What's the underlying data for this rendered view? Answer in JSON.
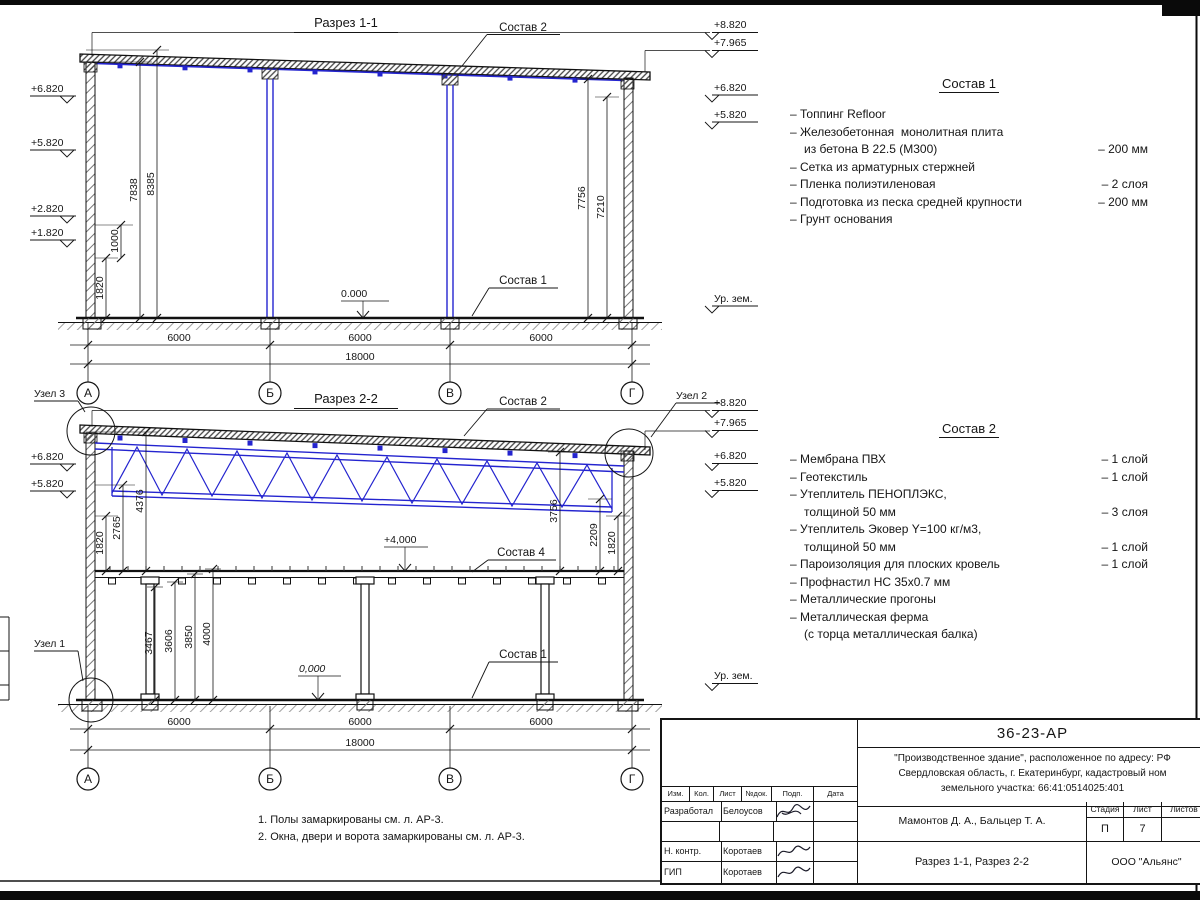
{
  "palette": {
    "structure_blue": "#2424cf",
    "line_black": "#151515",
    "hatch_grey": "#666666"
  },
  "s11": {
    "title": "Разрез 1-1",
    "label_sostav2": "Состав 2",
    "label_sostav1": "Состав 1",
    "zero_mark": "0.000",
    "ground": "Ур. зем.",
    "elev_right": {
      "e1": "+8.820",
      "e2": "+7.965",
      "e3": "+6.820",
      "e4": "+5.820"
    },
    "elev_left": {
      "l1": "+6.820",
      "l2": "+5.820",
      "l3": "+2.820",
      "l4": "+1.820"
    },
    "dims": {
      "v1": "1820",
      "v2": "1000",
      "v3": "7838",
      "v4": "8385",
      "v5": "7756",
      "v6": "7210",
      "b1": "6000",
      "b2": "6000",
      "b3": "6000",
      "total": "18000"
    },
    "axes": {
      "a1": "А",
      "a2": "Б",
      "a3": "В",
      "a4": "Г"
    }
  },
  "s22": {
    "title": "Разрез 2-2",
    "label_sostav2": "Состав 2",
    "label_sostav4": "Состав 4",
    "label_sostav1": "Состав 1",
    "level_mark": "+4,000",
    "zero_mark": "0,000",
    "ground": "Ур. зем.",
    "node1": "Узел 1",
    "node2": "Узел 2",
    "node3": "Узел 3",
    "elev_right": {
      "e1": "+8.820",
      "e2": "+7.965",
      "e3": "+6.820",
      "e4": "+5.820"
    },
    "elev_left": {
      "l1": "+6.820",
      "l2": "+5.820"
    },
    "dims": {
      "v1": "1820",
      "v2": "2765",
      "v3": "4376",
      "v4": "3756",
      "v5": "2209",
      "v6": "1820",
      "m1": "3467",
      "m2": "3606",
      "m3": "3850",
      "m4": "4000",
      "b1": "6000",
      "b2": "6000",
      "b3": "6000",
      "total": "18000"
    },
    "axes": {
      "a1": "А",
      "a2": "Б",
      "a3": "В",
      "a4": "Г"
    }
  },
  "comp1": {
    "title": "Состав 1",
    "items": [
      {
        "text": "– Топпинг Refloor",
        "qty": ""
      },
      {
        "text": "– Железобетонная  монолитная плита",
        "qty": ""
      },
      {
        "text": "из бетона В 22.5 (М300)",
        "qty": "– 200 мм"
      },
      {
        "text": "– Сетка из арматурных стержней",
        "qty": ""
      },
      {
        "text": "– Пленка полиэтиленовая",
        "qty": "– 2 слоя"
      },
      {
        "text": "– Подготовка из песка средней крупности",
        "qty": "– 200 мм"
      },
      {
        "text": "– Грунт основания",
        "qty": ""
      }
    ]
  },
  "comp2": {
    "title": "Состав 2",
    "items": [
      {
        "text": "– Мембрана ПВХ",
        "qty": "– 1 слой"
      },
      {
        "text": "– Геотекстиль",
        "qty": "– 1 слой"
      },
      {
        "text": "– Утеплитель ПЕНОПЛЭКС,",
        "qty": ""
      },
      {
        "text": "толщиной 50 мм",
        "qty": "– 3 слоя"
      },
      {
        "text": "– Утеплитель Эковер Y=100 кг/м3,",
        "qty": ""
      },
      {
        "text": "толщиной 50 мм",
        "qty": "– 1 слой"
      },
      {
        "text": "– Пароизоляция для плоских кровель",
        "qty": "– 1 слой"
      },
      {
        "text": "– Профнастил НС 35х0.7 мм",
        "qty": ""
      },
      {
        "text": "– Металлические прогоны",
        "qty": ""
      },
      {
        "text": "– Металлическая ферма",
        "qty": ""
      },
      {
        "text": "(с торца металлическая балка)",
        "qty": ""
      }
    ]
  },
  "notes": {
    "n1": "1. Полы замаркированы см. л. АР-3.",
    "n2": "2. Окна, двери и ворота замаркированы см. л. АР-3."
  },
  "titleblock": {
    "doc_number": "36-23-АР",
    "project_line1": "\"Производственное здание\", расположенное по адресу: РФ",
    "project_line2": "Свердловская область, г. Екатеринбург, кадастровый ном",
    "project_line3": "земельного участка: 66:41:0514025:401",
    "col_izm": "Изм.",
    "col_kol": "Кол.",
    "col_list": "Лист",
    "col_ndok": "№док.",
    "col_podp": "Подп.",
    "col_data": "Дата",
    "role1": "Разработал",
    "name1": "Белоусов",
    "role2": "",
    "name2": "",
    "role3": "Н. контр.",
    "name3": "Коротаев",
    "role4": "ГИП",
    "name4": "Коротаев",
    "authors": "Мамонтов Д. А., Бальцер Т. А.",
    "stage_label": "Стадия",
    "sheet_label": "Лист",
    "sheets_label": "Листов",
    "stage": "П",
    "sheet": "7",
    "sheets": "",
    "sheet_title": "Разрез 1-1, Разрез 2-2",
    "company": "ООО \"Альянс\""
  }
}
